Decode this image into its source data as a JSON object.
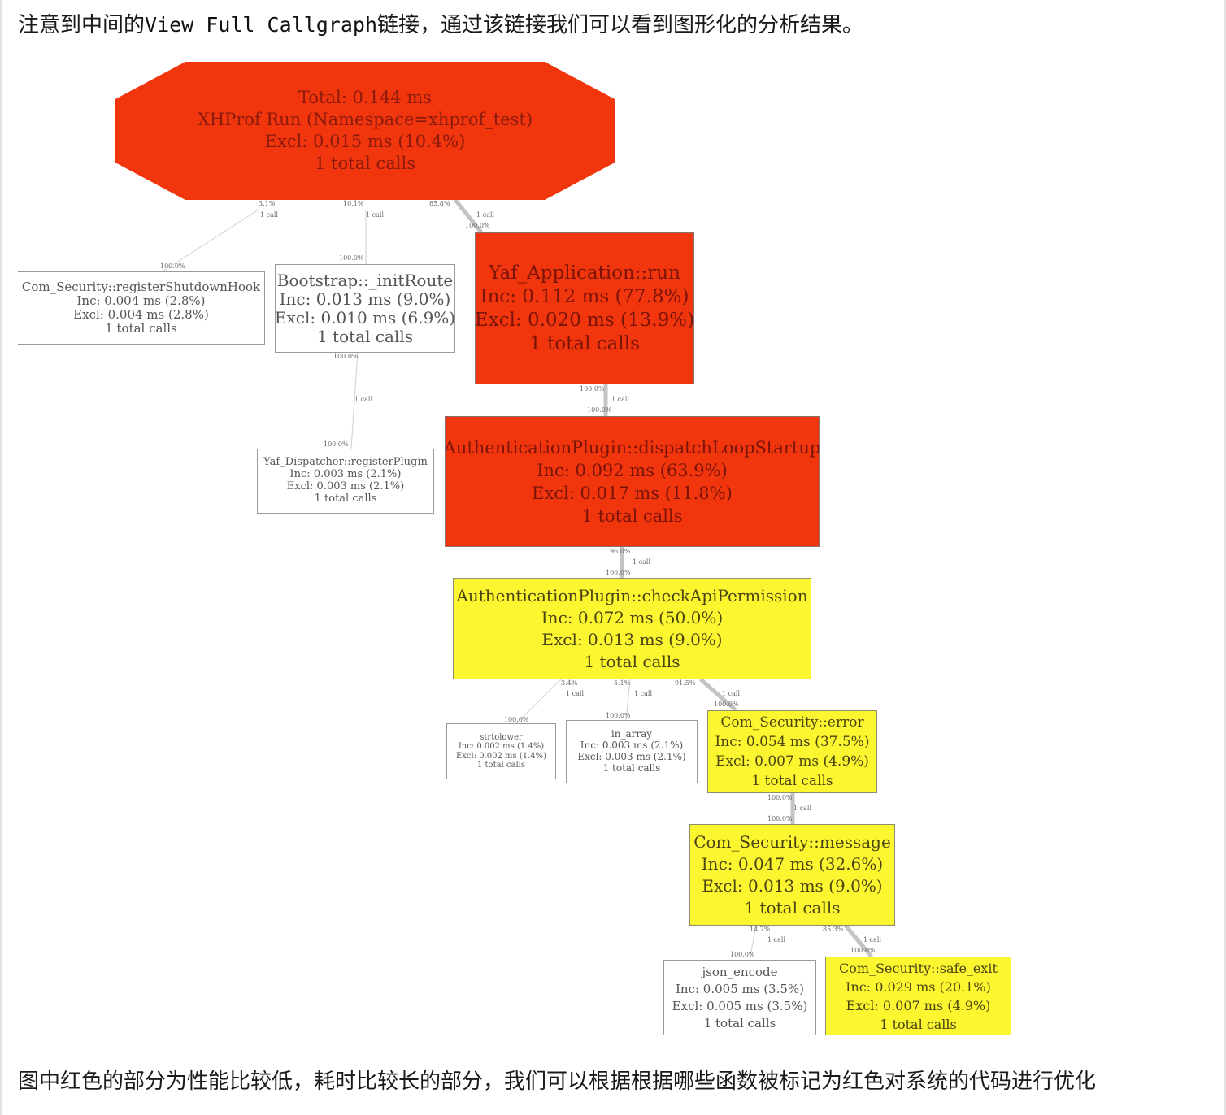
{
  "intro": {
    "prefix": "注意到中间的",
    "code": "View Full Callgraph",
    "suffix": "链接，通过该链接我们可以看到图形化的分析结果。"
  },
  "outro": "图中红色的部分为性能比较低，耗时比较长的部分，我们可以根据根据哪些函数被标记为红色对系统的代码进行优化",
  "colors": {
    "hot": "#f1360e",
    "warm": "#fcf631",
    "cold": "#ffffff",
    "edge": "#c8c8c8"
  },
  "callgraph": {
    "root": {
      "total": "Total: 0.144 ms",
      "name": "XHProf Run (Namespace=xhprof_test)",
      "excl": "Excl: 0.015 ms (10.4%)",
      "calls": "1 total calls"
    },
    "nodes": {
      "register_shutdown": {
        "name": "Com_Security::registerShutdownHook",
        "inc": "Inc: 0.004 ms (2.8%)",
        "excl": "Excl: 0.004 ms (2.8%)",
        "calls": "1 total calls"
      },
      "init_route": {
        "name": "Bootstrap::_initRoute",
        "inc": "Inc: 0.013 ms (9.0%)",
        "excl": "Excl: 0.010 ms (6.9%)",
        "calls": "1 total calls"
      },
      "yaf_run": {
        "name": "Yaf_Application::run",
        "inc": "Inc: 0.112 ms (77.8%)",
        "excl": "Excl: 0.020 ms (13.9%)",
        "calls": "1 total calls"
      },
      "register_plugin": {
        "name": "Yaf_Dispatcher::registerPlugin",
        "inc": "Inc: 0.003 ms (2.1%)",
        "excl": "Excl: 0.003 ms (2.1%)",
        "calls": "1 total calls"
      },
      "dispatch_loop": {
        "name": "AuthenticationPlugin::dispatchLoopStartup",
        "inc": "Inc: 0.092 ms (63.9%)",
        "excl": "Excl: 0.017 ms (11.8%)",
        "calls": "1 total calls"
      },
      "check_api": {
        "name": "AuthenticationPlugin::checkApiPermission",
        "inc": "Inc: 0.072 ms (50.0%)",
        "excl": "Excl: 0.013 ms (9.0%)",
        "calls": "1 total calls"
      },
      "strtolower": {
        "name": "strtolower",
        "inc": "Inc: 0.002 ms (1.4%)",
        "excl": "Excl: 0.002 ms (1.4%)",
        "calls": "1 total calls"
      },
      "in_array": {
        "name": "in_array",
        "inc": "Inc: 0.003 ms (2.1%)",
        "excl": "Excl: 0.003 ms (2.1%)",
        "calls": "1 total calls"
      },
      "sec_error": {
        "name": "Com_Security::error",
        "inc": "Inc: 0.054 ms (37.5%)",
        "excl": "Excl: 0.007 ms (4.9%)",
        "calls": "1 total calls"
      },
      "sec_message": {
        "name": "Com_Security::message",
        "inc": "Inc: 0.047 ms (32.6%)",
        "excl": "Excl: 0.013 ms (9.0%)",
        "calls": "1 total calls"
      },
      "json_encode": {
        "name": "json_encode",
        "inc": "Inc: 0.005 ms (3.5%)",
        "excl": "Excl: 0.005 ms (3.5%)",
        "calls": "1 total calls"
      },
      "safe_exit": {
        "name": "Com_Security::safe_exit",
        "inc": "Inc: 0.029 ms (20.1%)",
        "excl": "Excl: 0.007 ms (4.9%)",
        "calls": "1 total calls"
      }
    },
    "edge_labels": {
      "root_shutdown_out": "3.1%",
      "root_shutdown_calls": "1 call",
      "root_shutdown_in": "100.0%",
      "root_route_out": "10.1%",
      "root_route_calls": "1 call",
      "root_route_in": "100.0%",
      "root_run_out": "85.8%",
      "root_run_calls": "1 call",
      "root_run_in": "100.0%",
      "route_plugin_out": "100.0%",
      "route_plugin_calls": "1 call",
      "route_plugin_in": "100.0%",
      "run_dispatch_out": "100.0%",
      "run_dispatch_calls": "1 call",
      "run_dispatch_in": "100.0%",
      "dispatch_check_out": "96.0%",
      "dispatch_check_calls": "1 call",
      "dispatch_check_in": "100.0%",
      "check_lower_out": "3.4%",
      "check_lower_calls": "1 call",
      "check_lower_in": "100.0%",
      "check_inarray_out": "5.1%",
      "check_inarray_calls": "1 call",
      "check_inarray_in": "100.0%",
      "check_error_out": "91.5%",
      "check_error_calls": "1 call",
      "check_error_in": "100.0%",
      "error_message_out": "100.0%",
      "error_message_calls": "1 call",
      "error_message_in": "100.0%",
      "message_json_out": "14.7%",
      "message_json_calls": "1 call",
      "message_json_in": "100.0%",
      "message_exit_out": "85.3%",
      "message_exit_calls": "1 call",
      "message_exit_in": "100.0%"
    }
  }
}
